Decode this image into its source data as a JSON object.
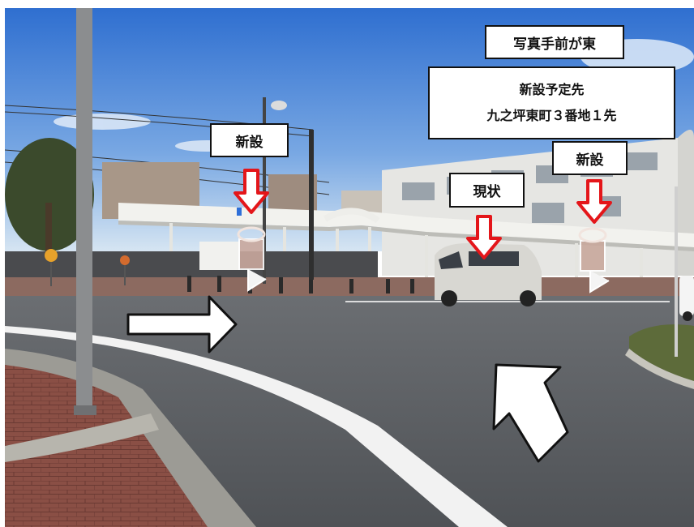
{
  "labels": {
    "orientation": "写真手前が東",
    "planned_line1": "新設予定先",
    "planned_line2": "九之坪東町３番地１先",
    "new_left": "新設",
    "current": "現状",
    "new_right": "新設"
  },
  "colors": {
    "sky_top": "#3f7fd8",
    "sky_bottom": "#cfe1f3",
    "asphalt": "#5b5e63",
    "brick": "#8a4f45",
    "arrow_red": "#e4161a",
    "arrow_white": "#ffffff",
    "bus_stop_sign": "#c9a89d"
  }
}
